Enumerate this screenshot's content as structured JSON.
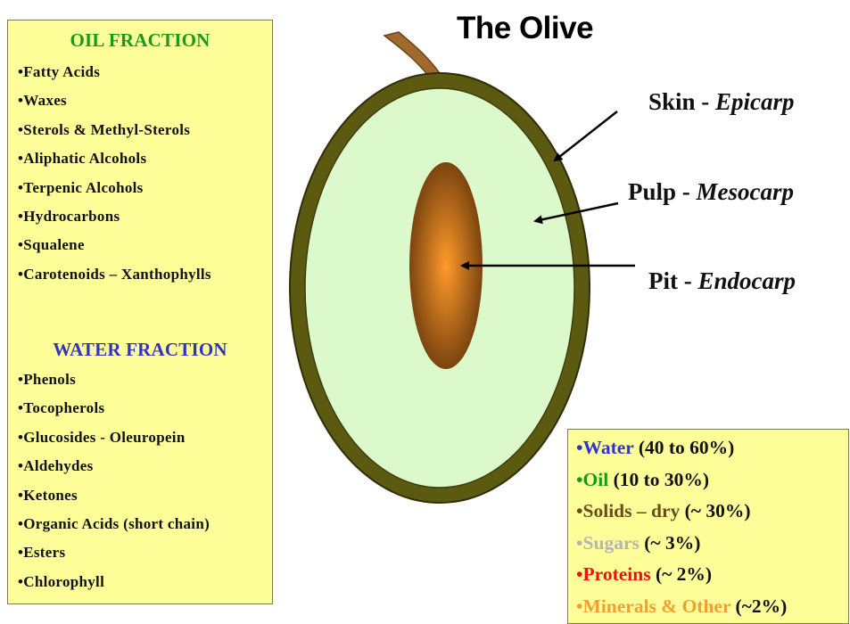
{
  "title": "The Olive",
  "oil_fraction": {
    "title": "OIL FRACTION",
    "color": "#1a9a1a",
    "items": [
      "•Fatty Acids",
      "•Waxes",
      "•Sterols & Methyl-Sterols",
      "•Aliphatic Alcohols",
      "•Terpenic Alcohols",
      "•Hydrocarbons",
      "•Squalene",
      "•Carotenoids – Xanthophylls"
    ]
  },
  "water_fraction": {
    "title": "WATER FRACTION",
    "color": "#3333bb",
    "items": [
      "•Phenols",
      "•Tocopherols",
      "•Glucosides - Oleuropein",
      "•Aldehydes",
      "•Ketones",
      "•Organic Acids (short chain)",
      "•Esters",
      "•Chlorophyll"
    ]
  },
  "parts": {
    "skin": {
      "name": "Skin - ",
      "latin": "Epicarp"
    },
    "pulp": {
      "name": "Pulp - ",
      "latin": "Mesocarp"
    },
    "pit": {
      "name": "Pit - ",
      "latin": "Endocarp"
    }
  },
  "composition": [
    {
      "component": "•Water",
      "amount": " (40 to 60%)",
      "color": "#3333cc"
    },
    {
      "component": "•Oil",
      "amount": " (10 to 30%)",
      "color": "#1a9a1a"
    },
    {
      "component": "•Solids – dry",
      "amount": " (~ 30%)",
      "color": "#6b4a1e"
    },
    {
      "component": "•Sugars",
      "amount": " (~ 3%)",
      "color": "#b5b5b5"
    },
    {
      "component": "•Proteins",
      "amount": " (~ 2%)",
      "color": "#ee1111"
    },
    {
      "component": "•Minerals & Other",
      "amount": " (~2%)",
      "color": "#f0a030"
    }
  ],
  "colors": {
    "panel_background": "#ffff99",
    "skin": "#5c5a10",
    "pulp": "#dcf9cc",
    "pit_outer": "#6e3c0c",
    "pit_center": "#ff9a2a",
    "stem": "#a06a2e"
  }
}
